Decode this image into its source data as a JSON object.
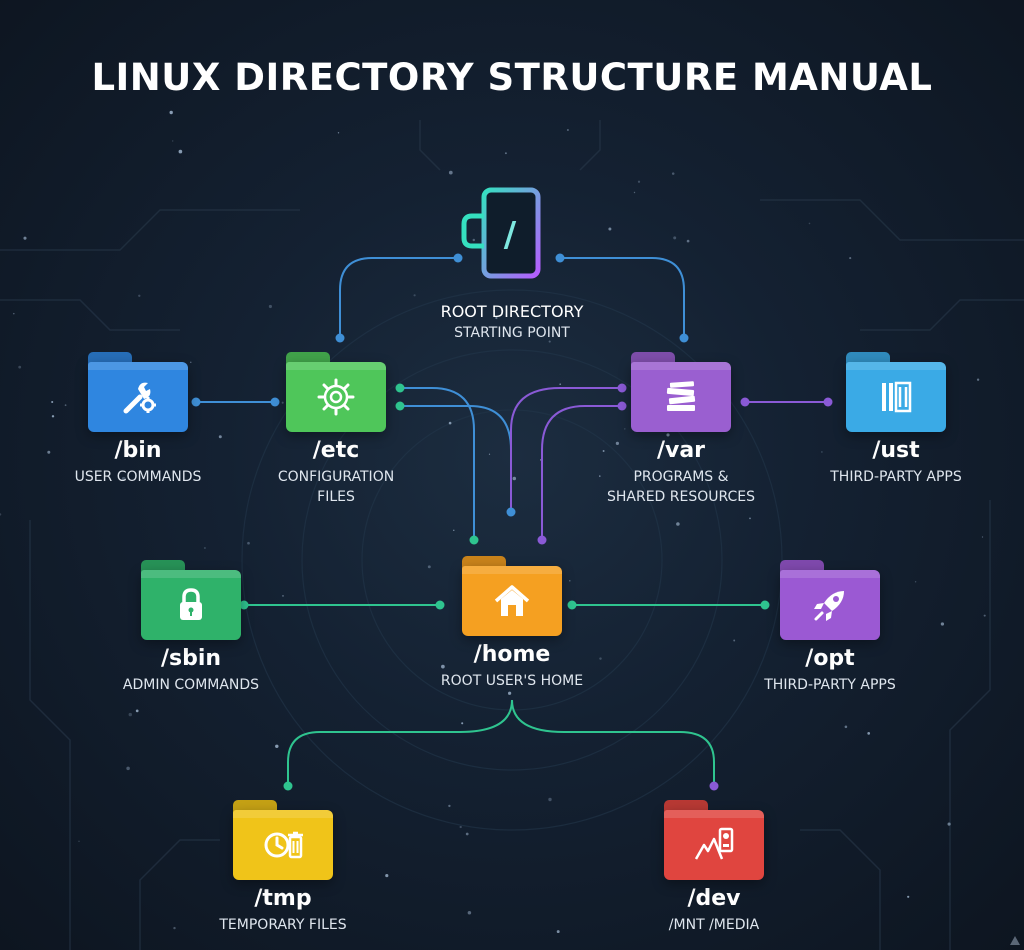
{
  "page": {
    "title": "LINUX DIRECTORY STRUCTURE MANUAL"
  },
  "root": {
    "icon_glyph": "/",
    "label": "ROOT DIRECTORY",
    "sub": "STARTING POINT",
    "icon": "root-door-icon",
    "glow_colors": [
      "#35e0c0",
      "#b65cff"
    ]
  },
  "nodes": {
    "bin": {
      "name": "/bin",
      "desc": [
        "USER COMMANDS"
      ],
      "color": "#2f86e0",
      "icon": "wrench-gear-icon"
    },
    "etc": {
      "name": "/etc",
      "desc": [
        "CONFIGURATION",
        "FILES"
      ],
      "color": "#4fc65a",
      "icon": "gear-icon"
    },
    "var": {
      "name": "/var",
      "desc": [
        "PROGRAMS &",
        "SHARED RESOURCES"
      ],
      "color": "#9a5fd0",
      "icon": "stacked-books-icon"
    },
    "ust": {
      "name": "/ust",
      "desc": [
        "THIRD-PARTY APPS"
      ],
      "color": "#3aaae6",
      "icon": "bookshelf-icon"
    },
    "sbin": {
      "name": "/sbin",
      "desc": [
        "ADMIN COMMANDS"
      ],
      "color": "#2fb26a",
      "icon": "padlock-icon"
    },
    "home": {
      "name": "/home",
      "desc": [
        "ROOT USER'S HOME"
      ],
      "color": "#f5a021",
      "icon": "house-icon"
    },
    "opt": {
      "name": "/opt",
      "desc": [
        "THIRD-PARTY APPS"
      ],
      "color": "#9b59d3",
      "icon": "rocket-icon"
    },
    "tmp": {
      "name": "/tmp",
      "desc": [
        "TEMPORARY FILES"
      ],
      "color": "#f0c419",
      "icon": "clock-trash-icon"
    },
    "dev": {
      "name": "/dev",
      "desc": [
        "/MNT /MEDIA"
      ],
      "color": "#e0453f",
      "icon": "mountain-drive-icon"
    }
  },
  "connector_colors": {
    "blue": "#3f8fd6",
    "purple": "#8a5ad6",
    "green": "#2fc48f"
  }
}
